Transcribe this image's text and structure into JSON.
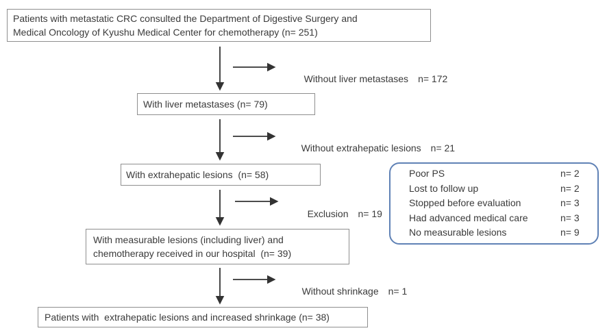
{
  "colors": {
    "box_border": "#8e8e8e",
    "exclusion_box_border": "#5f81b5",
    "text": "#3a3a3a",
    "arrow": "#333333",
    "background": "#ffffff"
  },
  "boxes": {
    "top": {
      "line1": "Patients with metastatic CRC consulted the Department of Digestive Surgery and",
      "line2": "Medical Oncology of Kyushu Medical Center for chemotherapy (n= 251)"
    },
    "liver": {
      "text": "With liver metastases (n= 79)"
    },
    "extrahepatic": {
      "text": "With extrahepatic lesions  (n= 58)"
    },
    "measurable": {
      "line1": "With measurable lesions (including liver) and",
      "line2": "chemotherapy received in our hospital  (n= 39)"
    },
    "final": {
      "text": "Patients with  extrahepatic lesions and increased shrinkage (n= 38)"
    }
  },
  "branches": [
    {
      "label": "Without liver metastases",
      "count": "n= 172"
    },
    {
      "label": "Without extrahepatic lesions",
      "count": "n= 21"
    },
    {
      "label": "Exclusion",
      "count": "n= 19"
    },
    {
      "label": "Without shrinkage",
      "count": "n= 1"
    }
  ],
  "exclusion_box": {
    "items": [
      {
        "label": "Poor PS",
        "value": "n= 2"
      },
      {
        "label": "Lost to follow up",
        "value": "n= 2"
      },
      {
        "label": "Stopped before evaluation",
        "value": "n= 3"
      },
      {
        "label": "Had advanced medical care",
        "value": "n= 3"
      },
      {
        "label": "No measurable lesions",
        "value": "n= 9"
      }
    ]
  }
}
